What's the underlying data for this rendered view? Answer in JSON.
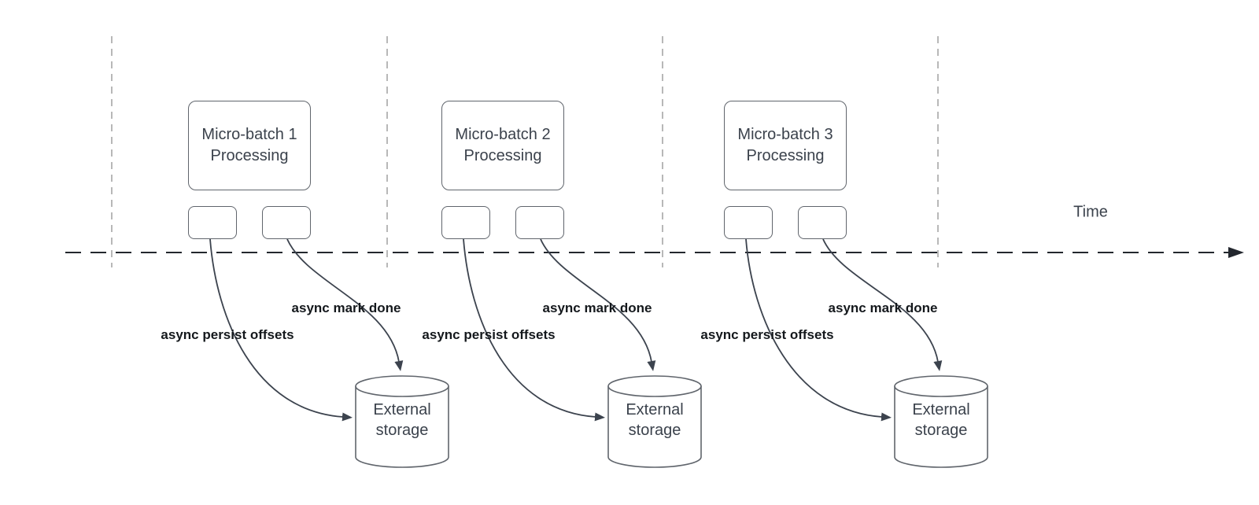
{
  "time_axis_label": "Time",
  "groups": [
    {
      "box_label_line1": "Micro-batch 1",
      "box_label_line2": "Processing",
      "persist_label": "async persist offsets",
      "mark_done_label": "async mark done",
      "storage_label_line1": "External",
      "storage_label_line2": "storage"
    },
    {
      "box_label_line1": "Micro-batch 2",
      "box_label_line2": "Processing",
      "persist_label": "async persist offsets",
      "mark_done_label": "async mark done",
      "storage_label_line1": "External",
      "storage_label_line2": "storage"
    },
    {
      "box_label_line1": "Micro-batch 3",
      "box_label_line2": "Processing",
      "persist_label": "async persist offsets",
      "mark_done_label": "async mark done",
      "storage_label_line1": "External",
      "storage_label_line2": "storage"
    }
  ],
  "colors": {
    "background": "#ffffff",
    "shape_stroke": "#60656c",
    "connector": "#3c434e",
    "timeline": "#23272e",
    "guide_line": "#a6a6a6",
    "shape_text": "#3b424c",
    "connector_label_text": "#14181c"
  }
}
